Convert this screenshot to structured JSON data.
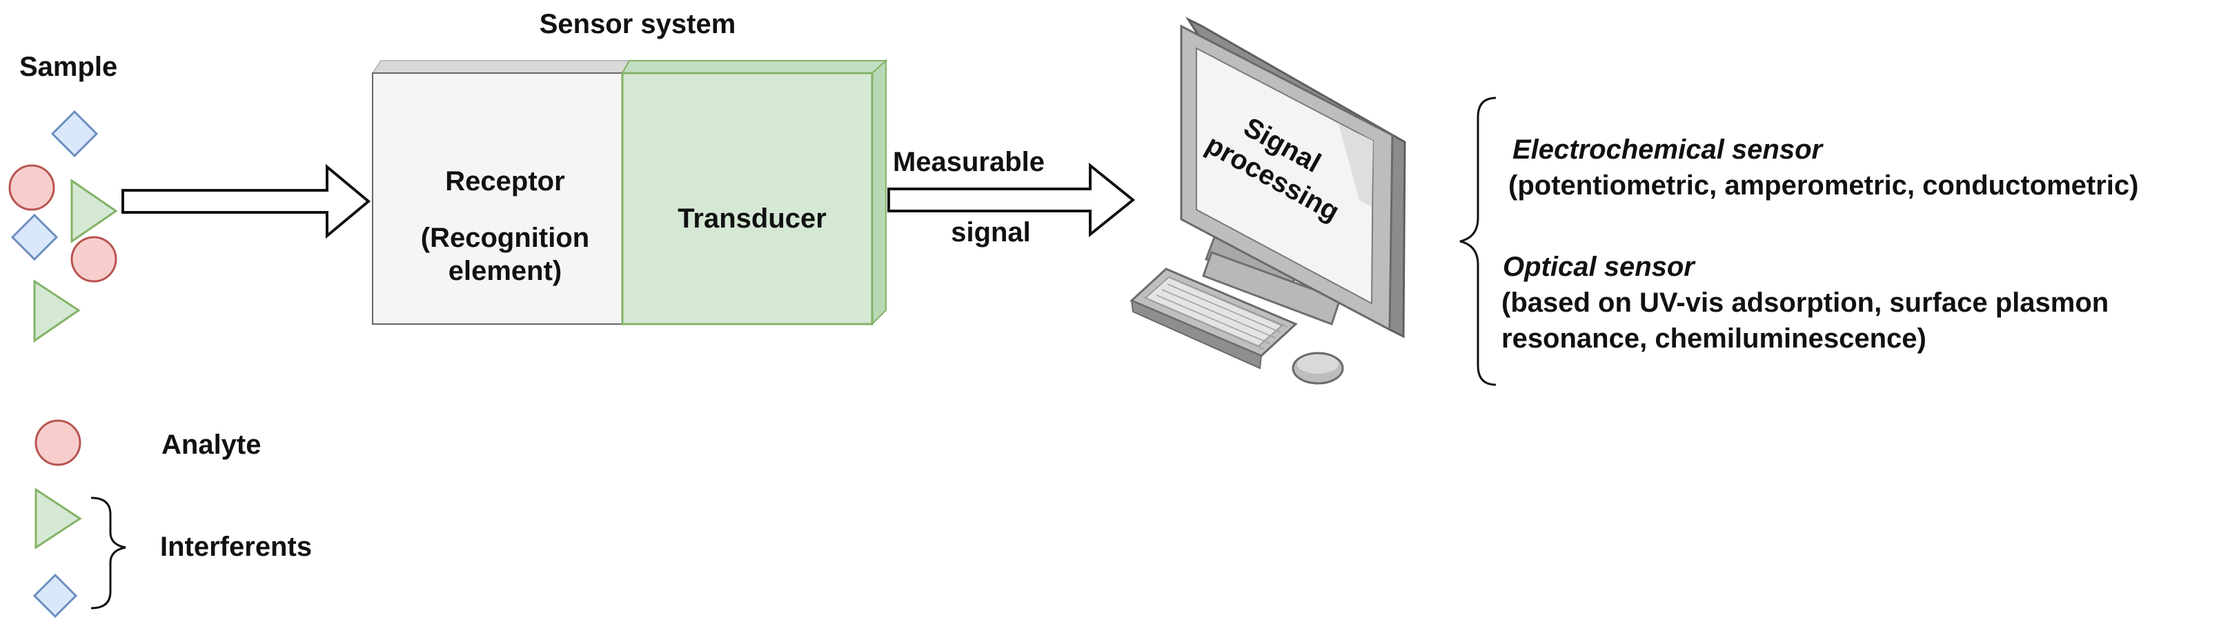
{
  "sample": {
    "title": "Sample"
  },
  "sensor_system": {
    "title": "Sensor system",
    "receptor": {
      "line1": "Receptor",
      "line2": "(Recognition",
      "line3": "element)"
    },
    "transducer": {
      "label": "Transducer"
    }
  },
  "signal_arrow": {
    "line1": "Measurable",
    "line2": "signal"
  },
  "computer": {
    "line1": "Signal",
    "line2": "processing"
  },
  "sensor_types": {
    "electrochemical": {
      "title": "Electrochemical sensor",
      "detail": "(potentiometric, amperometric, conductometric)"
    },
    "optical": {
      "title": "Optical sensor",
      "detail_line1": "(based on UV-vis adsorption,  surface plasmon",
      "detail_line2": "resonance, chemiluminescence)"
    }
  },
  "legend": {
    "analyte": "Analyte",
    "interferents": "Interferents"
  },
  "colors": {
    "analyte_fill": "#f8cecc",
    "analyte_stroke": "#b85450",
    "triangle_fill": "#d5e8d4",
    "triangle_stroke": "#82b366",
    "diamond_fill": "#dae8fc",
    "diamond_stroke": "#6c8ebf",
    "receptor_fill": "#f5f5f5",
    "transducer_fill": "#d5e8d4"
  }
}
